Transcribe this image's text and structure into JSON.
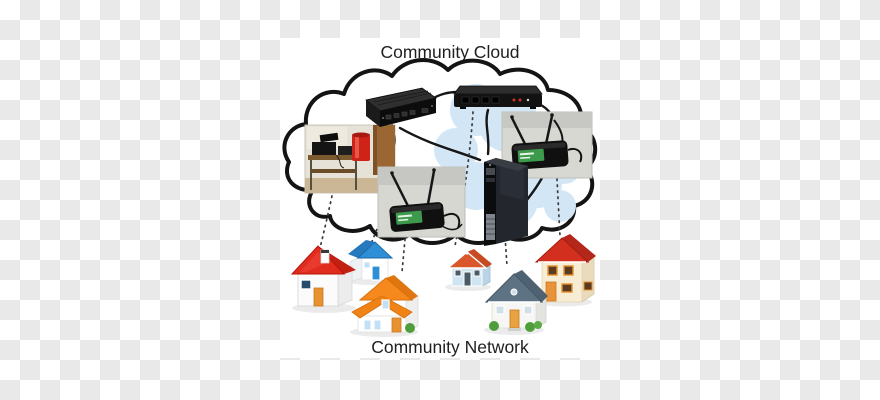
{
  "title": "Community Cloud",
  "caption": "Community Network",
  "background": {
    "checker_light": "#ffffff",
    "checker_dark": "#e9e9e9"
  },
  "cloud": {
    "outline_color": "#141414",
    "fill_color": "#ffffff",
    "inner_cloud_color": "#d3e6f6"
  },
  "nodes": [
    {
      "name": "equipment-rack-photo",
      "kind": "photo",
      "description": "indoor shelf with black network equipment and red bin"
    },
    {
      "name": "mini-server",
      "kind": "device",
      "color": "#111111"
    },
    {
      "name": "network-switch",
      "kind": "device",
      "color": "#141414"
    },
    {
      "name": "wifi-router-left",
      "kind": "photo",
      "label_color": "#3d9a4c"
    },
    {
      "name": "wifi-router-right",
      "kind": "photo",
      "label_color": "#3d9a4c"
    },
    {
      "name": "desktop-pc",
      "kind": "photo",
      "color": "#23262c"
    }
  ],
  "houses": [
    {
      "name": "red-roof-house",
      "roof": "#e02b1f",
      "wall": "#fbfbfb",
      "door": "#e8912f"
    },
    {
      "name": "blue-roof-house",
      "roof": "#2f8fd6",
      "wall": "#ffffff"
    },
    {
      "name": "orange-roof-house",
      "roof": "#f5891d",
      "wall": "#ffffff",
      "window": "#bfe0f5"
    },
    {
      "name": "small-blue-house",
      "roof": "#d9572a",
      "wall": "#cfe5f2"
    },
    {
      "name": "gray-roof-house",
      "roof": "#5d7283",
      "wall": "#f6f6f4",
      "bush": "#4f9e3b"
    },
    {
      "name": "tan-two-story-house",
      "roof": "#d22f1e",
      "wall": "#f7ecd4",
      "door": "#e8923a"
    }
  ],
  "links": [
    {
      "from": "equipment-rack-photo",
      "to": "mini-server",
      "style": "solid"
    },
    {
      "from": "mini-server",
      "to": "network-switch",
      "style": "solid"
    },
    {
      "from": "mini-server",
      "to": "wifi-router-left",
      "style": "solid"
    },
    {
      "from": "mini-server",
      "to": "desktop-pc",
      "style": "solid"
    },
    {
      "from": "network-switch",
      "to": "desktop-pc",
      "style": "solid"
    },
    {
      "from": "network-switch",
      "to": "wifi-router-right",
      "style": "solid"
    },
    {
      "from": "wifi-router-right",
      "to": "desktop-pc",
      "style": "solid"
    },
    {
      "from": "mini-server",
      "to": "wifi-router-left",
      "style": "dotted"
    },
    {
      "from": "equipment-rack-photo",
      "to": "red-roof-house",
      "style": "dotted"
    },
    {
      "from": "wifi-router-left",
      "to": "blue-roof-house",
      "style": "dotted"
    },
    {
      "from": "wifi-router-left",
      "to": "orange-roof-house",
      "style": "dotted"
    },
    {
      "from": "network-switch",
      "to": "small-blue-house",
      "style": "dotted"
    },
    {
      "from": "desktop-pc",
      "to": "gray-roof-house",
      "style": "dotted"
    },
    {
      "from": "wifi-router-right",
      "to": "tan-two-story-house",
      "style": "dotted"
    }
  ]
}
